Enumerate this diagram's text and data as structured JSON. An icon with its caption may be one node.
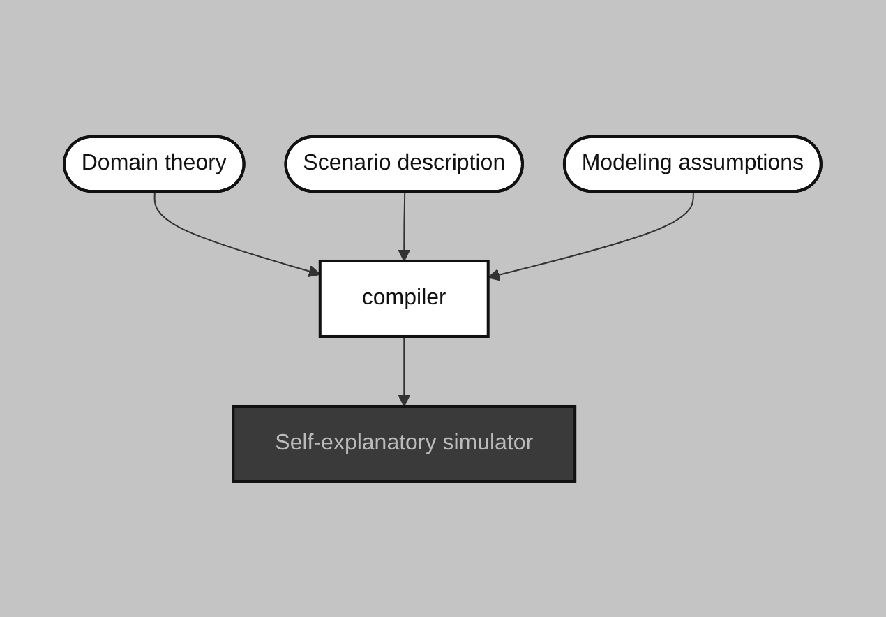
{
  "diagram": {
    "nodes": [
      {
        "text": [
          "Scenario description"
        ]
      },
      {
        "text": [
          "Domain theory"
        ]
      },
      {
        "text": [
          "Modeling assumptions"
        ]
      },
      {
        "text": [
          "compiler"
        ]
      },
      {
        "text": [
          "Self-explanatory simulator"
        ]
      }
    ],
    "edges": [
      {
        "from": 1,
        "to": 3,
        "arrow": "to"
      },
      {
        "from": 0,
        "to": 3,
        "arrow": "to"
      },
      {
        "from": 2,
        "to": 3,
        "arrow": "to"
      },
      {
        "from": 3,
        "to": 4,
        "arrow": "to"
      }
    ]
  }
}
